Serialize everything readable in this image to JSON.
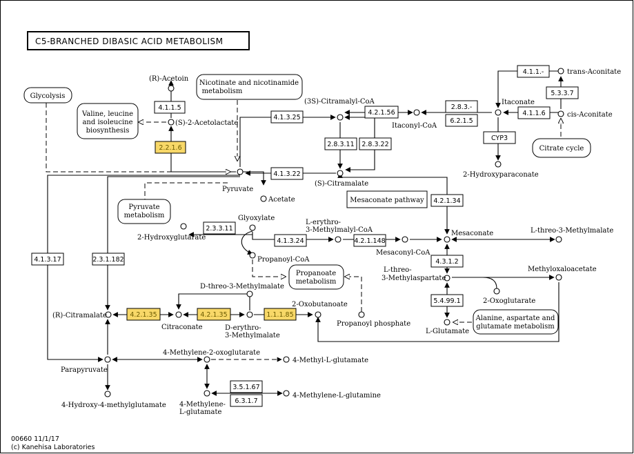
{
  "title": "C5-BRANCHED DIBASIC ACID METABOLISM",
  "footer": {
    "line1": "00660 11/1/17",
    "line2": "(c) Kanehisa Laboratories"
  },
  "colors": {
    "highlight": "#f8d868",
    "line": "#000000",
    "background": "#ffffff"
  },
  "pathways": {
    "glycolysis": "Glycolysis",
    "valine1": "Valine, leucine",
    "valine2": "and isoleucine",
    "valine3": "biosynthesis",
    "nicotinate1": "Nicotinate and nicotinamide",
    "nicotinate2": "metabolism",
    "citrate": "Citrate cycle",
    "pyruvate1": "Pyruvate",
    "pyruvate2": "metabolism",
    "mesaconate": "Mesaconate pathway",
    "propanoate1": "Propanoate",
    "propanoate2": "metabolism",
    "alanine1": "Alanine, aspartate and",
    "alanine2": "glutamate metabolism"
  },
  "enzymes": {
    "e41151": "4.1.1.5",
    "e2216": "2.2.1.6",
    "e41325": "4.1.3.25",
    "e42156": "4.2.1.56",
    "e2832": "2.8.3.-",
    "e6215": "6.2.1.5",
    "e2831": "2.8.3.11",
    "e2832b": "2.8.3.22",
    "e41322": "4.1.3.22",
    "e411": "4.1.1.-",
    "e5337": "5.3.3.7",
    "e4116": "4.1.1.6",
    "cyp3": "CYP3",
    "e42134": "4.2.1.34",
    "e23311": "2.3.3.11",
    "e41324": "4.1.3.24",
    "e421148": "4.2.1.148",
    "e4312": "4.3.1.2",
    "e54991": "5.4.99.1",
    "e41317": "4.1.3.17",
    "e231182": "2.3.1.182",
    "e42135a": "4.2.1.35",
    "e42135b": "4.2.1.35",
    "e11185": "1.1.1.85",
    "e35167": "3.5.1.67",
    "e6317": "6.3.1.7"
  },
  "compounds": {
    "r_acetoin": "(R)-Acetoin",
    "acetolactate": "(S)-2-Acetolactate",
    "citramalyl_coa": "(3S)-Citramalyl-CoA",
    "itaconyl_coa": "Itaconyl-CoA",
    "itaconate": "Itaconate",
    "trans_aconitate": "trans-Aconitate",
    "cis_aconitate": "cis-Aconitate",
    "hydroxyparaconate": "2-Hydroxyparaconate",
    "pyruvate": "Pyruvate",
    "acetate": "Acetate",
    "s_citramalate": "(S)-Citramalate",
    "glyoxylate": "Glyoxylate",
    "hydroxyglutarate": "2-Hydroxyglutarate",
    "erythro1": "L-erythro-",
    "erythro2": "3-Methylmalyl-CoA",
    "mesaconyl_coa": "Mesaconyl-CoA",
    "mesaconate": "Mesaconate",
    "threo_methylmalate": "L-threo-3-Methylmalate",
    "propanoyl_coa": "Propanoyl-CoA",
    "methylaspartate1": "L-threo-",
    "methylaspartate2": "3-Methylaspartate",
    "methyloxaloacetate": "Methyloxaloacetate",
    "d_threo": "D-threo-3-Methylmalate",
    "oxoglutarate": "2-Oxoglutarate",
    "r_citramalate": "(R)-Citramalate",
    "citraconate": "Citraconate",
    "d_erythro1": "D-erythro-",
    "d_erythro2": "3-Methylmalate",
    "oxobutanoate": "2-Oxobutanoate",
    "propanoyl_phosphate": "Propanoyl phosphate",
    "l_glutamate": "L-Glutamate",
    "methylene_oxoglutarate": "4-Methylene-2-oxoglutarate",
    "methyl_l_glutamate": "4-Methyl-L-glutamate",
    "parapyruvate": "Parapyruvate",
    "hydroxy_methylglutamate": "4-Hydroxy-4-methylglutamate",
    "methylene_glutamate1": "4-Methylene-",
    "methylene_glutamate2": "L-glutamate",
    "methylene_glutamine": "4-Methylene-L-glutamine"
  }
}
